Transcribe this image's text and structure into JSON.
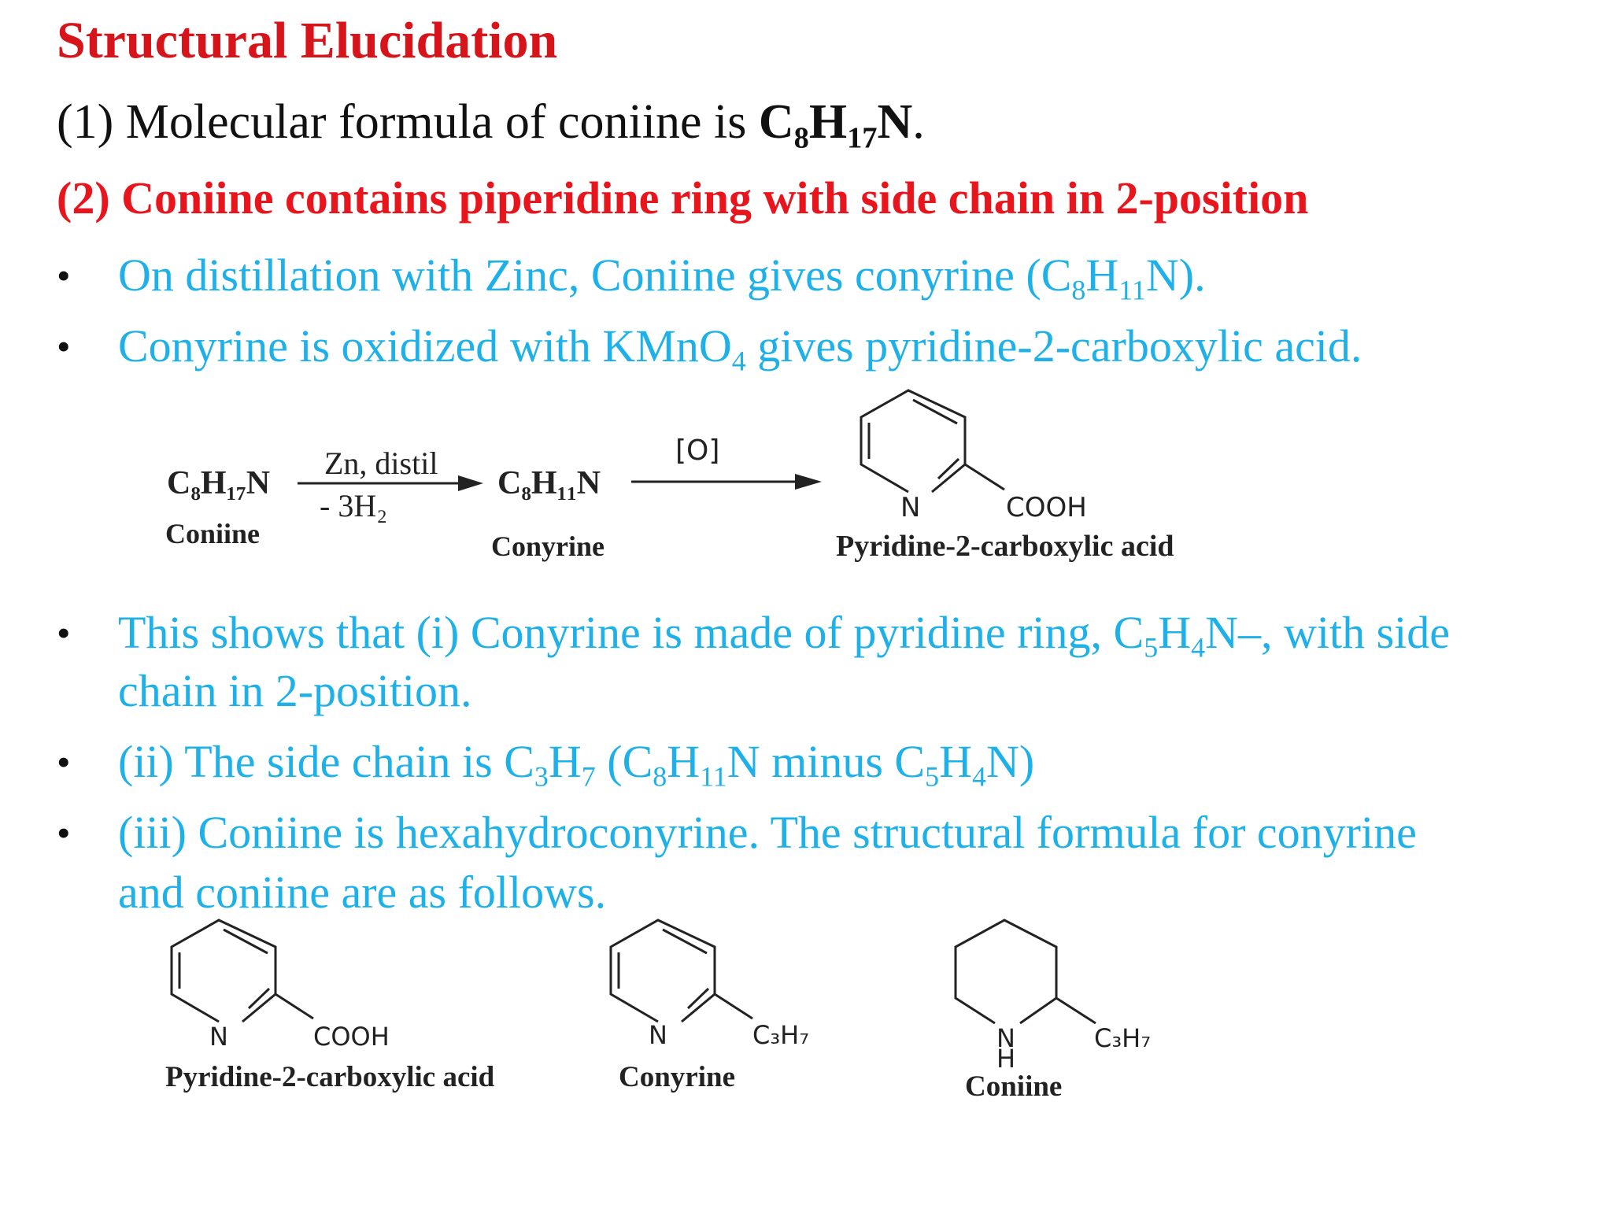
{
  "title": "Structural Elucidation",
  "point1": {
    "prefix": "(1) Molecular formula of coniine is ",
    "formula": "C8H17N",
    "c": "C",
    "n8": "8",
    "h": "H",
    "n17": "17",
    "n": "N",
    "suffix": "."
  },
  "point2": "(2) Coniine contains piperidine ring with side chain in 2-position",
  "bullets_top": [
    {
      "a": "On distillation with Zinc, Coniine gives conyrine (C",
      "s1": "8",
      "b": "H",
      "s2": "11",
      "c": "N)."
    },
    {
      "a": "Conyrine is oxidized with KMnO",
      "s1": "4",
      "b": " gives pyridine-2-carboxylic acid."
    }
  ],
  "scheme": {
    "reactant": "C₈H₁₇N",
    "reactant_name": "Coniine",
    "step1_above": "Zn, distil",
    "step1_below": "- 3H₂",
    "intermediate": "C₈H₁₁N",
    "intermediate_name": "Conyrine",
    "step2_above": "[O]",
    "product_n": "N",
    "product_group": "COOH",
    "product_name": "Pyridine-2-carboxylic acid"
  },
  "bullets_bottom": {
    "b3_l1_a": "This shows that (i) Conyrine is made of pyridine ring, C",
    "b3_l1_s1": "5",
    "b3_l1_b": "H",
    "b3_l1_s2": "4",
    "b3_l1_c": "N–, with side",
    "b3_l2": "chain in 2-position.",
    "b4_a": "(ii) The side chain is C",
    "b4_s1": "3",
    "b4_b": "H",
    "b4_s2": "7",
    "b4_c": " (C",
    "b4_s3": "8",
    "b4_d": "H",
    "b4_s4": "11",
    "b4_e": "N minus C",
    "b4_s5": "5",
    "b4_f": "H",
    "b4_s6": "4",
    "b4_g": "N)",
    "b5_l1": "(iii) Coniine is hexahydroconyrine. The structural formula for conyrine",
    "b5_l2": "and coniine are as follows."
  },
  "structures": [
    {
      "n": "N",
      "group": "COOH",
      "name": "Pyridine-2-carboxylic acid"
    },
    {
      "n": "N",
      "group": "C₃H₇",
      "name": "Conyrine"
    },
    {
      "n": "N",
      "h": "H",
      "group": "C₃H₇",
      "name": "Coniine"
    }
  ],
  "colors": {
    "title": "#d8141b",
    "point2": "#e8151d",
    "bullet_text": "#1eb0e8",
    "body": "#111111"
  }
}
